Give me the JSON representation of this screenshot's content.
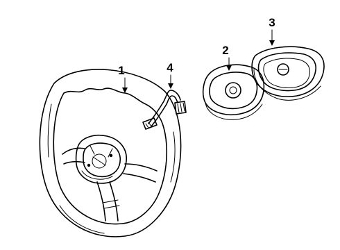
{
  "callouts": {
    "steering_wheel": "1",
    "horn_pad": "2",
    "emblem_cover": "3",
    "wiring_harness": "4"
  },
  "colors": {
    "line": "#000000",
    "background": "#ffffff"
  }
}
